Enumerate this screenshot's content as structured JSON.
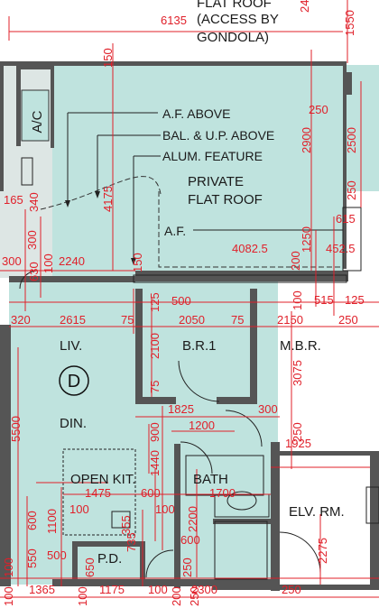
{
  "unit": {
    "letter": "D"
  },
  "rooms": {
    "liv": "LIV.",
    "din": "DIN.",
    "br1": "B.R.1",
    "mbr": "M.B.R.",
    "open_kit": "OPEN KIT.",
    "bath": "BATH",
    "elv_rm": "ELV. RM.",
    "pd": "P.D.",
    "ac": "A/C"
  },
  "notes": {
    "flat_roof_top_1": "FLAT ROOF",
    "flat_roof_top_2": "(ACCESS BY",
    "flat_roof_top_3": "GONDOLA)",
    "private_flat_roof_1": "PRIVATE",
    "private_flat_roof_2": "FLAT ROOF",
    "af_above": "A.F. ABOVE",
    "bal_up_above": "BAL. & U.P. ABOVE",
    "alum_feature": "ALUM. FEATURE",
    "af": "A.F."
  },
  "dimensions": {
    "d6135": "6135",
    "d24": "24",
    "d1550": "1550",
    "d150": "150",
    "d250": "250",
    "d2900": "2900",
    "d2500": "2500",
    "d250b": "250",
    "d4175": "4175",
    "d340": "340",
    "d165": "165",
    "d300": "300",
    "d2240": "2240",
    "d300b": "300",
    "d630": "630",
    "d100": "100",
    "d150b": "150",
    "d615": "615",
    "d4082_5": "4082.5",
    "d452_5": "452.5",
    "d1250": "1250",
    "d200": "200",
    "d500": "500",
    "d125": "125",
    "d100b": "100",
    "d515": "515",
    "d125b": "125",
    "d320": "320",
    "d2615": "2615",
    "d75": "75",
    "d2050": "2050",
    "d75b": "75",
    "d2150": "2150",
    "d250c": "250",
    "d2100": "2100",
    "d3075": "3075",
    "d75c": "75",
    "d1825": "1825",
    "d300c": "300",
    "d1200": "1200",
    "d5500": "5500",
    "d250d": "250",
    "d900": "900",
    "d1440": "1440",
    "d1925": "1925",
    "d1475": "1475",
    "d600": "600",
    "d1700": "1700",
    "d100c": "100",
    "d100d": "100",
    "d2200": "2200",
    "d1100": "1100",
    "d600b": "600",
    "d355": "355",
    "d735": "735",
    "d600c": "600",
    "d550": "550",
    "d500b": "500",
    "d650": "650",
    "d100e": "100",
    "d2275": "2275",
    "d250e": "250",
    "d100f": "100",
    "d1365": "1365",
    "d1175": "1175",
    "d100g": "100",
    "d2300": "2300",
    "d250f": "250",
    "d200b": "200",
    "d250g": "250",
    "d100h": "100"
  },
  "colors": {
    "floor": "#bfe3de",
    "wall": "#555555",
    "dimension": "#e0202a"
  }
}
